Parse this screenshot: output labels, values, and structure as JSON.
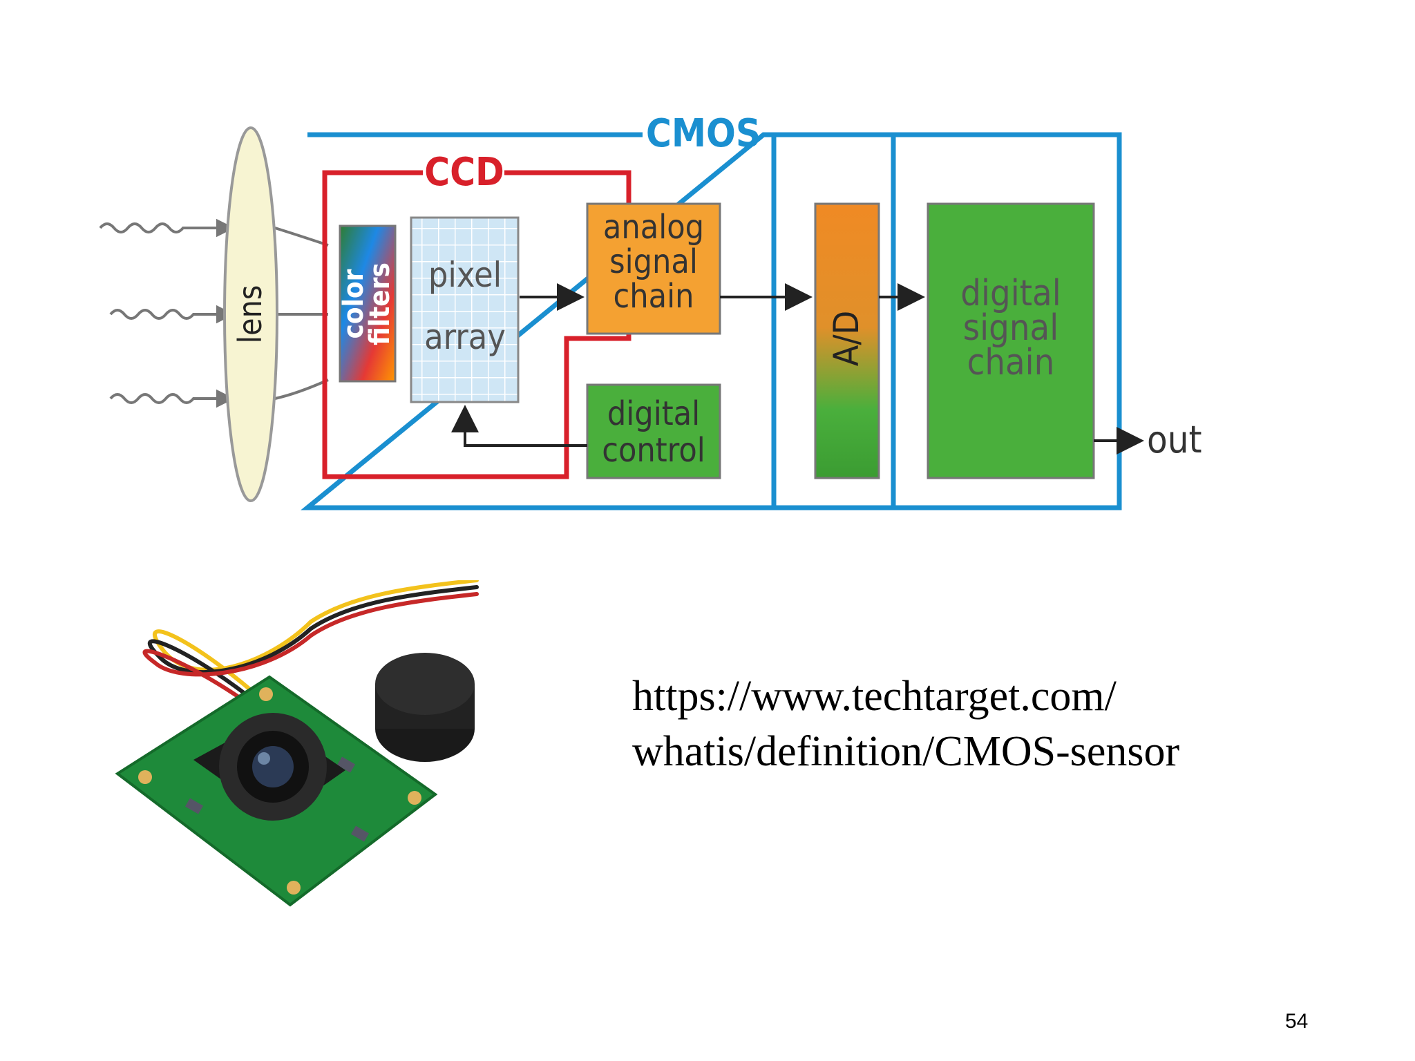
{
  "diagram": {
    "cmos_label": "CMOS",
    "ccd_label": "CCD",
    "lens_label": "lens",
    "color_filters_label": [
      "color",
      "filters"
    ],
    "pixel_array_label": [
      "pixel",
      "array"
    ],
    "analog_signal_chain_label": [
      "analog",
      "signal",
      "chain"
    ],
    "digital_control_label": [
      "digital",
      "control"
    ],
    "ad_label": "A/D",
    "digital_signal_chain_label": [
      "digital",
      "signal",
      "chain"
    ],
    "out_label": "out",
    "colors": {
      "cmos_border": "#1a8fd0",
      "ccd_border": "#d8202a",
      "analog": "#f4a132",
      "digital": "#4aaf3c",
      "pixel_array": "#cfe6f5",
      "lens": "#f7f4d2"
    }
  },
  "source": {
    "line1": "https://www.techtarget.com/",
    "line2": "whatis/definition/CMOS-sensor"
  },
  "page_number": "54"
}
